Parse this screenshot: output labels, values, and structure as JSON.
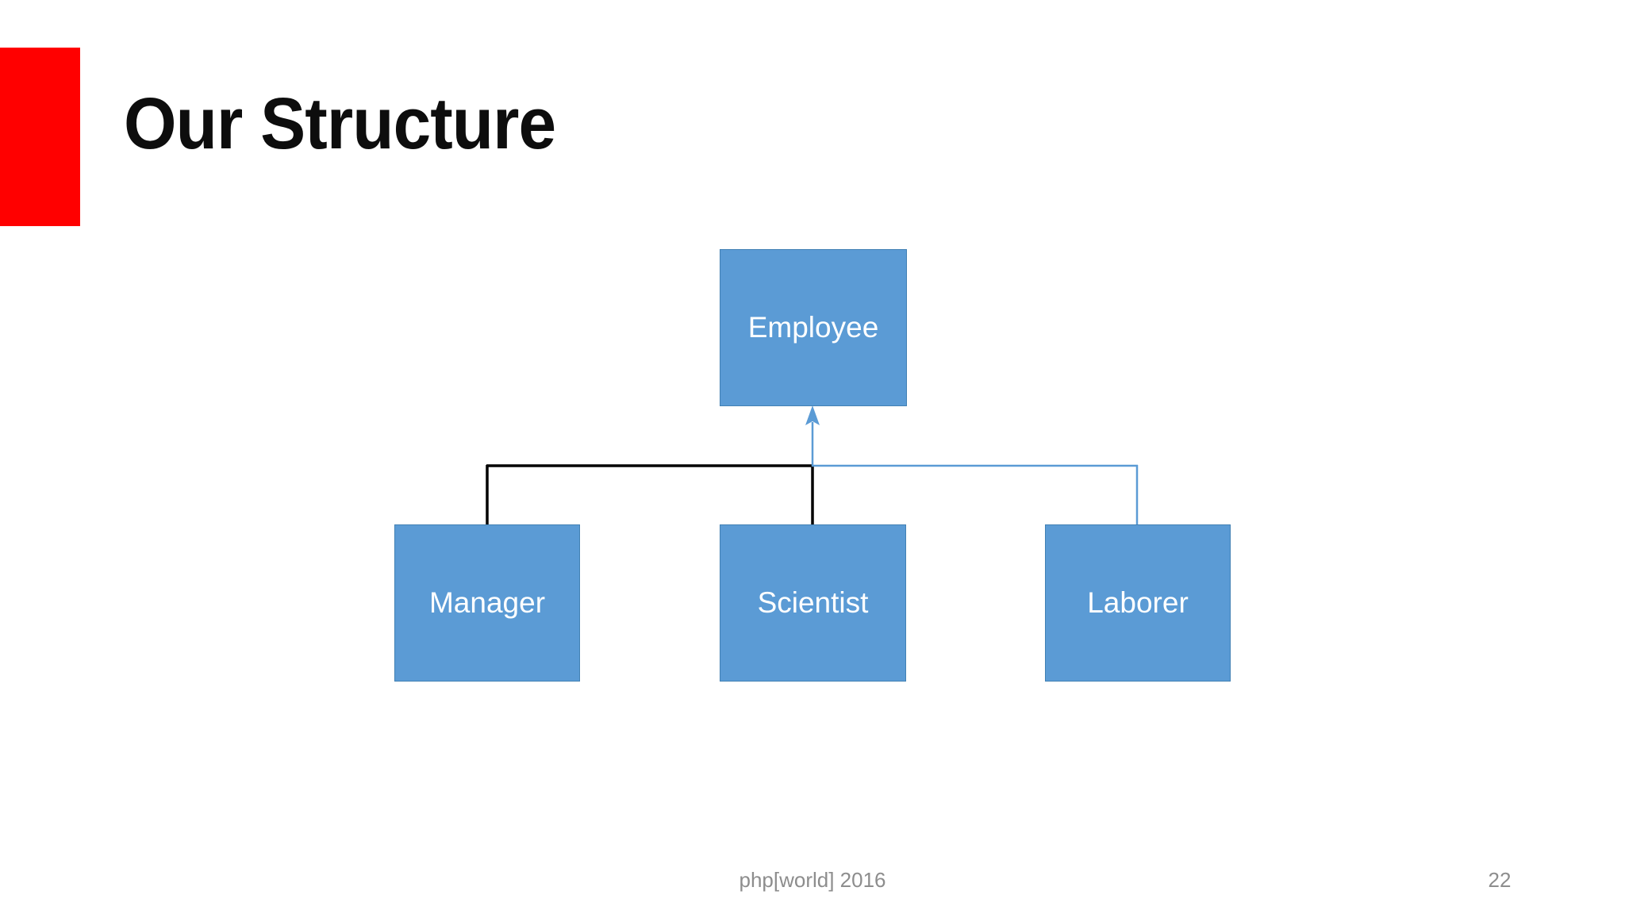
{
  "slide": {
    "title": "Our Structure",
    "footer_text": "php[world] 2016",
    "page_number": "22",
    "accent_color": "#FF0000",
    "title_color": "#0D0D0D",
    "footer_color": "#8D8D8D",
    "background_color": "#FFFFFF"
  },
  "diagram": {
    "type": "hierarchy",
    "node_fill": "#5B9BD5",
    "node_border": "#4281B4",
    "node_text_color": "#FFFFFF",
    "connector_black": "#000000",
    "connector_blue": "#5B9BD5",
    "root": {
      "id": "employee",
      "label": "Employee"
    },
    "children": [
      {
        "id": "manager",
        "label": "Manager",
        "connector_color": "#000000"
      },
      {
        "id": "scientist",
        "label": "Scientist",
        "connector_color": "#000000"
      },
      {
        "id": "laborer",
        "label": "Laborer",
        "connector_color": "#5B9BD5"
      }
    ]
  }
}
